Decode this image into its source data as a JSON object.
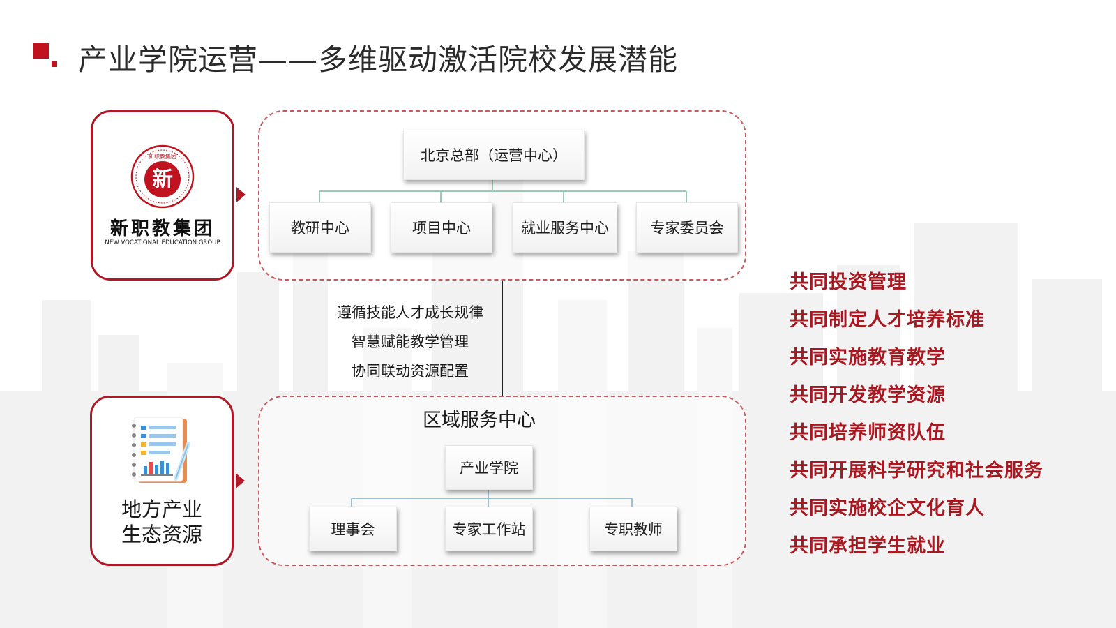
{
  "header": {
    "title": "产业学院运营——多维驱动激活院校发展潜能"
  },
  "group_card": {
    "logo_char": "新",
    "logo_ring_text": "新职教集团",
    "name": "新职教集团",
    "name_en": "NEW VOCATIONAL EDUCATION GROUP"
  },
  "local_card": {
    "label_line1": "地方产业",
    "label_line2": "生态资源"
  },
  "hq": {
    "title": "北京总部（运营中心）",
    "departments": [
      "教研中心",
      "项目中心",
      "就业服务中心",
      "专家委员会"
    ]
  },
  "principles": [
    "遵循技能人才成长规律",
    "智慧赋能教学管理",
    "协同联动资源配置"
  ],
  "regional": {
    "title": "区域服务中心",
    "root": "产业学院",
    "children": [
      "理事会",
      "专家工作站",
      "专职教师"
    ]
  },
  "joint_actions": [
    "共同投资管理",
    "共同制定人才培养标准",
    "共同实施教育教学",
    "共同开发教学资源",
    "共同培养师资队伍",
    "共同开展科学研究和社会服务",
    "共同实施校企文化育人",
    "共同承担学生就业"
  ],
  "colors": {
    "accent_red": "#b01825",
    "text_red": "#a81821",
    "hq_connector": "#1f8a5a",
    "regional_connector": "#2a78a8",
    "dashed_border": "#c65a5f"
  }
}
